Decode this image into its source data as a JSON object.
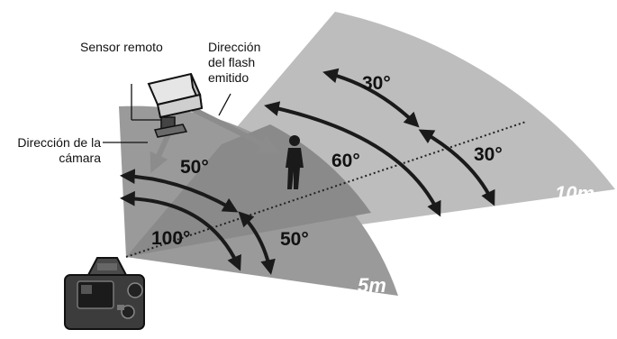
{
  "labels": {
    "remote_sensor": "Sensor remoto",
    "flash_direction": [
      "Dirección",
      "del flash",
      "emitido"
    ],
    "camera_direction": [
      "Dirección de la",
      "cámara"
    ]
  },
  "angles": {
    "near_full": "100°",
    "near_half_top": "50°",
    "near_half_bottom": "50°",
    "far_full": "60°",
    "far_half_top": "30°",
    "far_half_bottom": "30°"
  },
  "distances": {
    "near": "5m",
    "far": "10m"
  },
  "colors": {
    "near_zone": "#9a9a9a",
    "far_zone": "#bdbdbd",
    "arrow": "#1a1a1a",
    "sight_line": "#222222"
  },
  "icons": {
    "camera": "dslr-camera-icon",
    "flash": "wireless-flash-icon",
    "person": "person-silhouette-icon"
  }
}
